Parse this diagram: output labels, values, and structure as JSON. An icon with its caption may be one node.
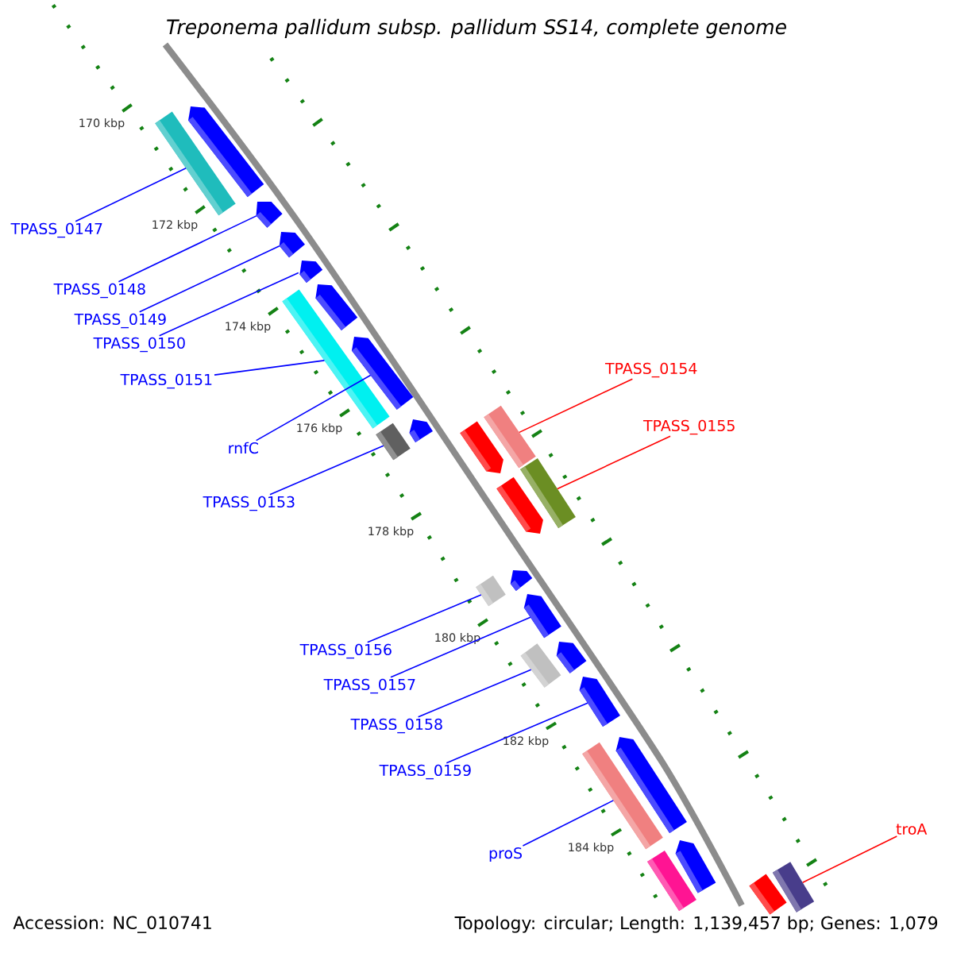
{
  "diagram": {
    "title": "Treponema pallidum subsp. pallidum SS14, complete genome",
    "nodes": [
      {
        "text": [],
        "shape": "bar"
      },
      {
        "text": [],
        "shape": "bar"
      },
      {
        "text": [],
        "shape": "bar"
      },
      {
        "text": [],
        "shape": "bar"
      },
      {
        "text": [],
        "shape": "bar"
      },
      {
        "text": [],
        "shape": "bar"
      },
      {
        "text": [],
        "shape": "bar"
      },
      {
        "text": [],
        "shape": "bar"
      },
      {
        "text": [],
        "shape": "bar"
      },
      {
        "text": [],
        "shape": "bar"
      },
      {
        "text": [],
        "shape": "bar"
      },
      {
        "text": [],
        "shape": "bar"
      },
      {
        "text": [],
        "shape": "bar"
      },
      {
        "text": [],
        "shape": "bar"
      },
      {
        "text": [],
        "shape": "bar"
      },
      {
        "text": [],
        "shape": "bar"
      },
      {
        "text": [],
        "shape": "bar"
      },
      {
        "text": [],
        "shape": "bar"
      },
      {
        "text": [],
        "shape": "bar"
      },
      {
        "text": [],
        "shape": "bar"
      },
      {
        "text": [],
        "shape": "bar"
      },
      {
        "text": [],
        "shape": "bar"
      },
      {
        "text": [],
        "shape": "bar"
      },
      {
        "text": [],
        "shape": "bar"
      },
      {
        "text": [],
        "shape": "bar"
      },
      {
        "text": [],
        "shape": "bar"
      },
      {
        "text": [
          "TPASS_0147"
        ]
      },
      {
        "text": [
          "TPASS_0148"
        ]
      },
      {
        "text": [
          "TPASS_0149"
        ]
      },
      {
        "text": [
          "TPASS_0150"
        ]
      },
      {
        "text": [
          "TPASS_0151"
        ]
      },
      {
        "text": [
          "rnfC"
        ]
      },
      {
        "text": [
          "TPASS_0153"
        ]
      },
      {
        "text": [
          "TPASS_0154"
        ]
      },
      {
        "text": [
          "TPASS_0155"
        ]
      },
      {
        "text": [
          "TPASS_0156"
        ]
      },
      {
        "text": [
          "TPASS_0157"
        ]
      },
      {
        "text": [
          "TPASS_0158"
        ]
      },
      {
        "text": [
          "TPASS_0159"
        ]
      },
      {
        "text": [
          "proS"
        ]
      },
      {
        "text": [
          "troA"
        ]
      }
    ],
    "edges": [
      {
        "from": 26,
        "to": 1,
        "arrow": "none"
      },
      {
        "from": 27,
        "to": 2,
        "arrow": "none"
      },
      {
        "from": 28,
        "to": 3,
        "arrow": "none"
      },
      {
        "from": 29,
        "to": 4,
        "arrow": "none"
      },
      {
        "from": 30,
        "to": 6,
        "arrow": "none"
      },
      {
        "from": 31,
        "to": 7,
        "arrow": "none"
      },
      {
        "from": 32,
        "to": 11,
        "arrow": "none"
      },
      {
        "from": 33,
        "to": 8,
        "arrow": "none",
        "color": "#ff0000"
      },
      {
        "from": 34,
        "to": 12,
        "arrow": "none",
        "color": "#ff0000"
      },
      {
        "from": 35,
        "to": 15,
        "arrow": "none"
      },
      {
        "from": 36,
        "to": 16,
        "arrow": "none"
      },
      {
        "from": 37,
        "to": 18,
        "arrow": "none"
      },
      {
        "from": 38,
        "to": 19,
        "arrow": "none"
      },
      {
        "from": 39,
        "to": 21,
        "arrow": "none"
      },
      {
        "from": 40,
        "to": 24,
        "arrow": "none",
        "color": "#ff0000"
      }
    ],
    "labels": [
      "170 kbp",
      "172 kbp",
      "174 kbp",
      "176 kbp",
      "178 kbp",
      "180 kbp",
      "182 kbp",
      "184 kbp",
      "Accession: NC_010741",
      "Topology: circular; Length: 1,139,457 bp; Genes: 1,079"
    ]
  }
}
